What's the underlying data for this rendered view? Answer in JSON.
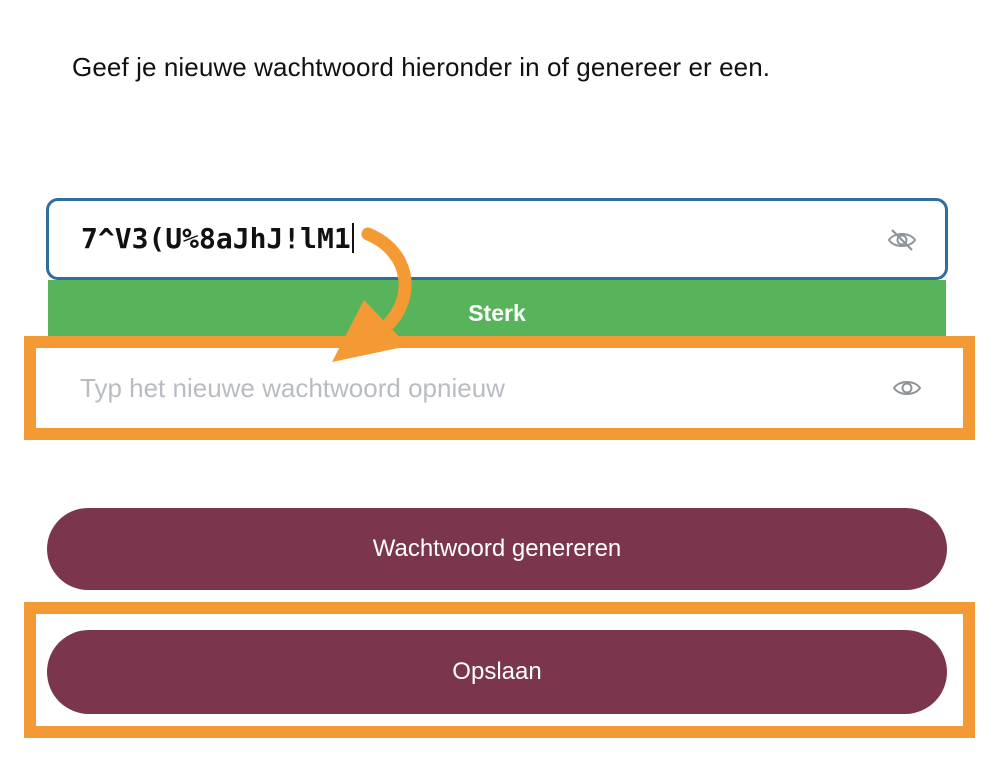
{
  "instruction": "Geef je nieuwe wachtwoord hieronder in of genereer er een.",
  "password_field": {
    "value": "7^V3(U%8aJhJ!lM1",
    "visibility_icon": "eye-slash-icon"
  },
  "strength": {
    "label": "Sterk",
    "color": "#57b45a"
  },
  "confirm_field": {
    "placeholder": "Typ het nieuwe wachtwoord opnieuw",
    "visibility_icon": "eye-icon"
  },
  "buttons": {
    "generate_label": "Wachtwoord genereren",
    "save_label": "Opslaan"
  },
  "colors": {
    "accent_button": "#7b364d",
    "field_border": "#2f6f9c",
    "annotation": "#f39a34"
  }
}
